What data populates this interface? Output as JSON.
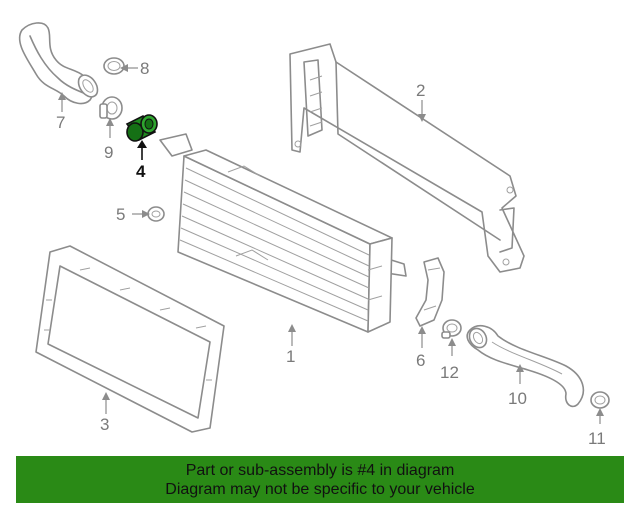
{
  "diagram": {
    "callouts": [
      {
        "id": "1",
        "label": "1"
      },
      {
        "id": "2",
        "label": "2"
      },
      {
        "id": "3",
        "label": "3"
      },
      {
        "id": "4",
        "label": "4"
      },
      {
        "id": "5",
        "label": "5"
      },
      {
        "id": "6",
        "label": "6"
      },
      {
        "id": "7",
        "label": "7"
      },
      {
        "id": "8",
        "label": "8"
      },
      {
        "id": "9",
        "label": "9"
      },
      {
        "id": "10",
        "label": "10"
      },
      {
        "id": "11",
        "label": "11"
      },
      {
        "id": "12",
        "label": "12"
      }
    ],
    "highlighted_part": "4",
    "highlight_color": "#1f8a1f"
  },
  "footer": {
    "line1": "Part or sub-assembly is #4 in diagram",
    "line2": "Diagram may not be specific to your vehicle",
    "background": "#2a8a16"
  }
}
